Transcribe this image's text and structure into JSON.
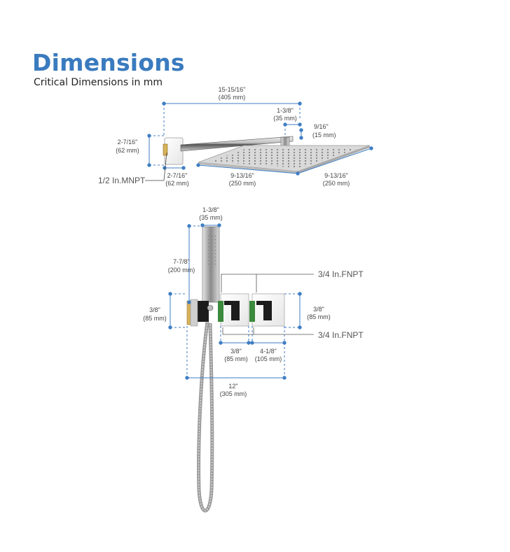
{
  "header": {
    "title": "Dimensions",
    "subtitle": "Critical Dimensions in mm"
  },
  "colors": {
    "accent": "#3a7bbf",
    "dim_line": "#3f7ec4",
    "chrome_dark": "#6b6b6b",
    "brass": "#d8b25a"
  },
  "top_view": {
    "overall_width": {
      "imperial": "15-15/16\"",
      "metric": "(405 mm)"
    },
    "arm_drop": {
      "imperial": "1-3/8\"",
      "metric": "(35 mm)"
    },
    "head_thickness": {
      "imperial": "9/16\"",
      "metric": "(15 mm)"
    },
    "flange_height": {
      "imperial": "2-7/16\"",
      "metric": "(62 mm)"
    },
    "flange_width": {
      "imperial": "2-7/16\"",
      "metric": "(62 mm)"
    },
    "head_half_left": {
      "imperial": "9-13/16\"",
      "metric": "(250 mm)"
    },
    "head_half_right": {
      "imperial": "9-13/16\"",
      "metric": "(250 mm)"
    },
    "connection": "1/2 In.MNPT"
  },
  "bottom_view": {
    "handheld_width": {
      "imperial": "1-3/8\"",
      "metric": "(35 mm)"
    },
    "handheld_height": {
      "imperial": "7-7/8\"",
      "metric": "(200 mm)"
    },
    "left_height": {
      "imperial": "3/8\"",
      "metric": "(85 mm)"
    },
    "right_height": {
      "imperial": "3/8\"",
      "metric": "(85 mm)"
    },
    "valve_width": {
      "imperial": "3/8\"",
      "metric": "(85 mm)"
    },
    "valve_spacing": {
      "imperial": "4-1/8\"",
      "metric": "(105 mm)"
    },
    "overall_width": {
      "imperial": "12\"",
      "metric": "(305 mm)"
    },
    "fnpt_top": "3/4 In.FNPT",
    "fnpt_bottom": "3/4 In.FNPT"
  }
}
